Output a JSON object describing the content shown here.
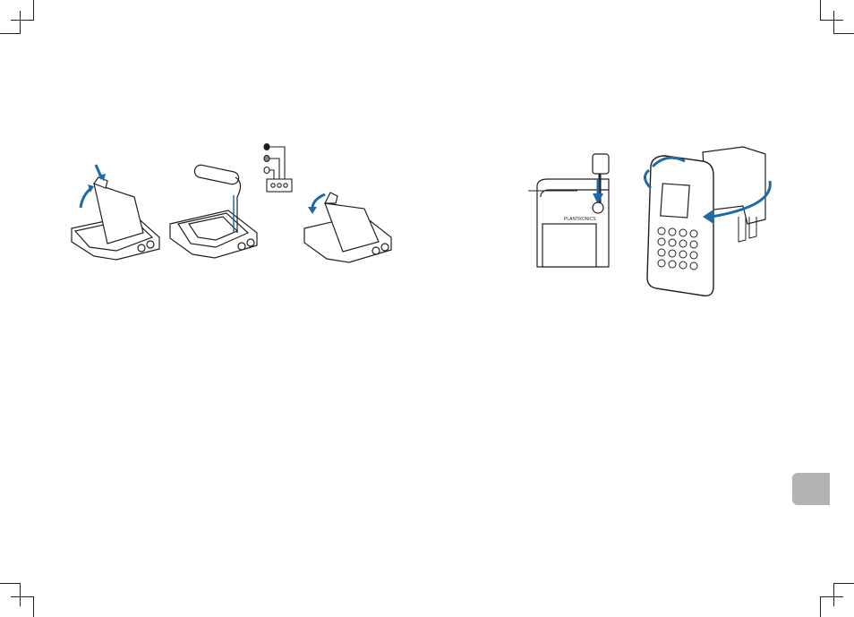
{
  "page": {
    "background": "#ffffff",
    "accent_color": "#1f6aa5",
    "line_color": "#231f20",
    "tab_color": "#b3b3b3"
  },
  "figures": {
    "battery_steps": [
      "open-cover",
      "insert-battery",
      "close-cover"
    ],
    "device_steps": [
      "plug-headset",
      "attach-clip"
    ],
    "brand_mark": "PLANTRONICS"
  },
  "icons": [
    "arrow-up-icon",
    "arrow-down-icon",
    "arrow-rotate-icon",
    "connector-icon",
    "headset-plug-icon"
  ]
}
